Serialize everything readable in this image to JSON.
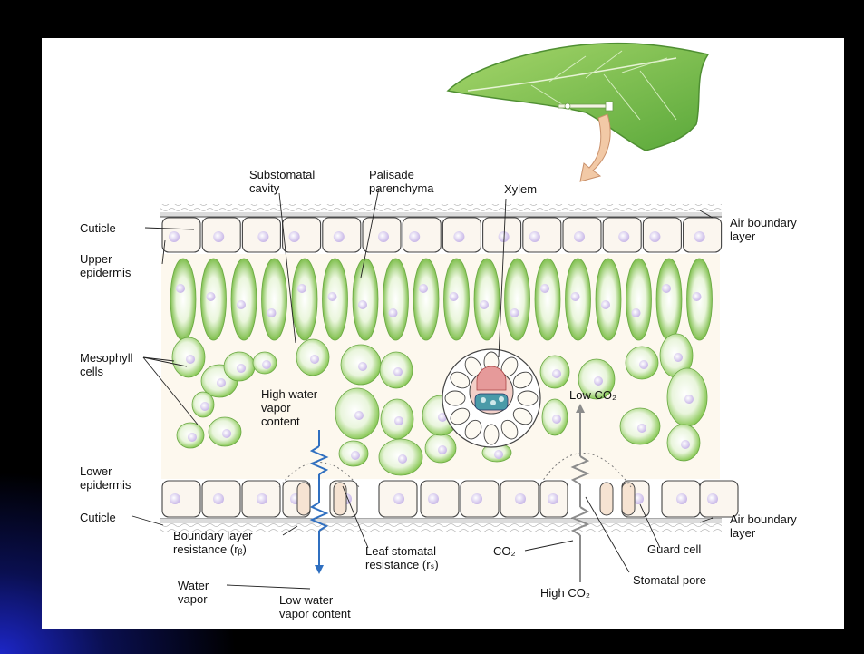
{
  "labels": {
    "substomatal_cavity": "Substomatal\ncavity",
    "palisade_parenchyma": "Palisade\nparenchyma",
    "xylem": "Xylem",
    "cuticle_top": "Cuticle",
    "air_boundary_layer_top": "Air boundary\nlayer",
    "upper_epidermis": "Upper\nepidermis",
    "mesophyll_cells": "Mesophyll\ncells",
    "high_water_vapor_content": "High water\nvapor\ncontent",
    "low_co2": "Low CO₂",
    "lower_epidermis": "Lower\nepidermis",
    "cuticle_bottom": "Cuticle",
    "air_boundary_layer_bottom": "Air boundary\nlayer",
    "boundary_layer_resistance": "Boundary layer\nresistance (rᵦ)",
    "leaf_stomatal_resistance": "Leaf stomatal\nresistance (rₛ)",
    "co2": "CO₂",
    "guard_cell": "Guard cell",
    "water_vapor": "Water\nvapor",
    "low_water_vapor_content": "Low water\nvapor content",
    "high_co2": "High CO₂",
    "stomatal_pore": "Stomatal pore"
  },
  "colors": {
    "background": "#000000",
    "panel": "#ffffff",
    "leaf_green": "#7fbf4d",
    "palisade_green": "#8cca5a",
    "cell_purple": "#c9b8e8",
    "water_arrow_blue": "#2f6fc0",
    "co2_arrow_gray": "#8c8c8c",
    "direction_arrow": "#f2c9a6",
    "xylem_pink": "#e69a9a",
    "phloem_teal": "#4a9aa8"
  }
}
